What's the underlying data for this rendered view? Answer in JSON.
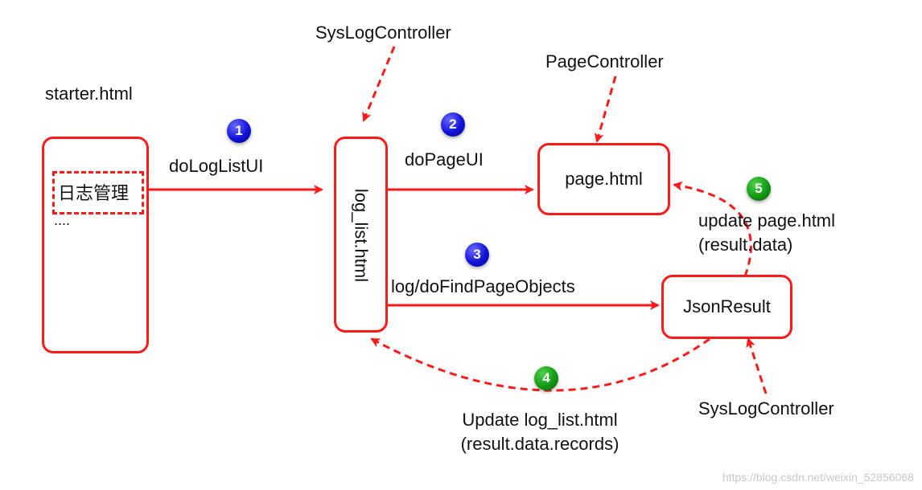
{
  "colors": {
    "accent": "#ff1a1a",
    "step_blue": "#1212d8",
    "step_green": "#149a14"
  },
  "labels": {
    "starter": "starter.html",
    "syslog_top": "SysLogController",
    "page_controller": "PageController",
    "syslog_bottom": "SysLogController",
    "log_list": "log_list.html",
    "page_html": "page.html",
    "json_result": "JsonResult",
    "menu_item": "日志管理",
    "menu_more": "....",
    "do_log_list_ui": "doLogListUI",
    "do_page_ui": "doPageUI",
    "find_page_objects": "log/doFindPageObjects",
    "update_page_line1": "update page.html",
    "update_page_line2": "(result.data)",
    "update_log_line1": "Update log_list.html",
    "update_log_line2": "(result.data.records)"
  },
  "steps": {
    "s1": "1",
    "s2": "2",
    "s3": "3",
    "s4": "4",
    "s5": "5"
  },
  "watermark": "https://blog.csdn.net/weixin_52856068"
}
